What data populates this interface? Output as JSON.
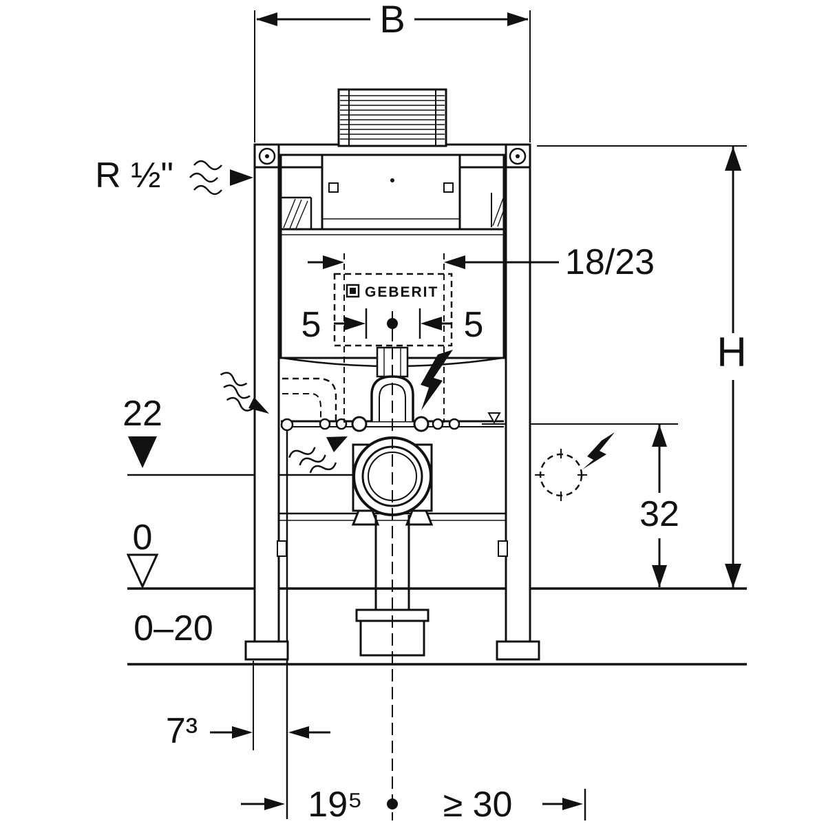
{
  "diagram": {
    "colors": {
      "ink": "#111111",
      "background": "#ffffff"
    },
    "labels": {
      "b": "B",
      "h": "H",
      "supply_thread": "R ½\"",
      "bracket": "18/23",
      "five_left": "5",
      "five_right": "5",
      "outlet_height": "22",
      "side_outlet_height": "32",
      "floor_level": "0",
      "floor_range": "0–20",
      "front_dim": "7³",
      "bottom_left_dim": "19⁵",
      "bottom_right_dim": "≥ 30",
      "brand": "GEBERIT"
    }
  }
}
